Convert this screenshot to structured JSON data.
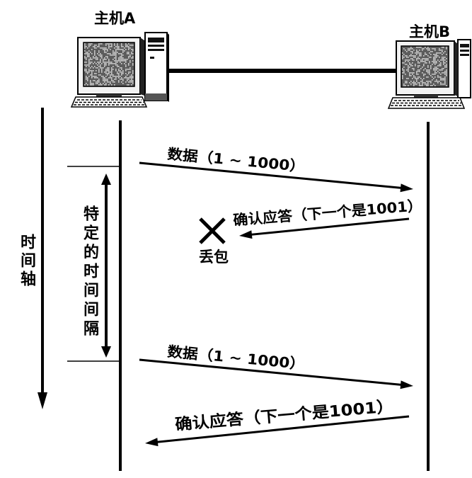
{
  "hosts": {
    "a": {
      "label": "主机A"
    },
    "b": {
      "label": "主机B"
    }
  },
  "time_axis": {
    "label": "时间轴"
  },
  "interval": {
    "label": "特定的时间间隔"
  },
  "messages": [
    {
      "label": "数据（1 ~ 1000）"
    },
    {
      "label": "确认应答（下一个是1001）"
    },
    {
      "label": "数据（1 ~ 1000）"
    },
    {
      "label": "确认应答（下一个是1001）"
    }
  ],
  "loss": {
    "label": "丢包"
  },
  "icons": {
    "host_a": "desktop-computer-icon",
    "host_b": "desktop-computer-icon",
    "loss": "x-mark-icon"
  }
}
